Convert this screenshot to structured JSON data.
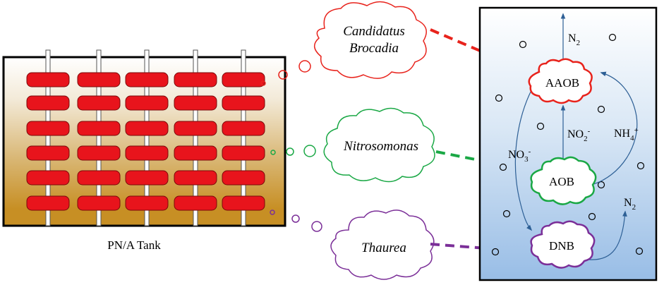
{
  "tank": {
    "label": "PN/A Tank"
  },
  "bacteria": {
    "candidatus_line1": "Candidatus",
    "candidatus_line2": "Brocadia",
    "nitrosomonas": "Nitrosomonas",
    "thaurea": "Thaurea"
  },
  "groups": {
    "aaob": "AAOB",
    "aob": "AOB",
    "dnb": "DNB"
  },
  "species": {
    "n2_base": "N",
    "n2_sub": "2",
    "no2_base": "NO",
    "no2_sub": "2",
    "no2_sup": "-",
    "no3_base": "NO",
    "no3_sub": "3",
    "no3_sup": "-",
    "nh4_base": "NH",
    "nh4_sub": "4",
    "nh4_sup": "+"
  },
  "colors": {
    "aaob": "#e8231c",
    "aob": "#1aa845",
    "dnb": "#7b2f98",
    "carrier": "#e8141c",
    "flow_arrow": "#2d5f95"
  }
}
